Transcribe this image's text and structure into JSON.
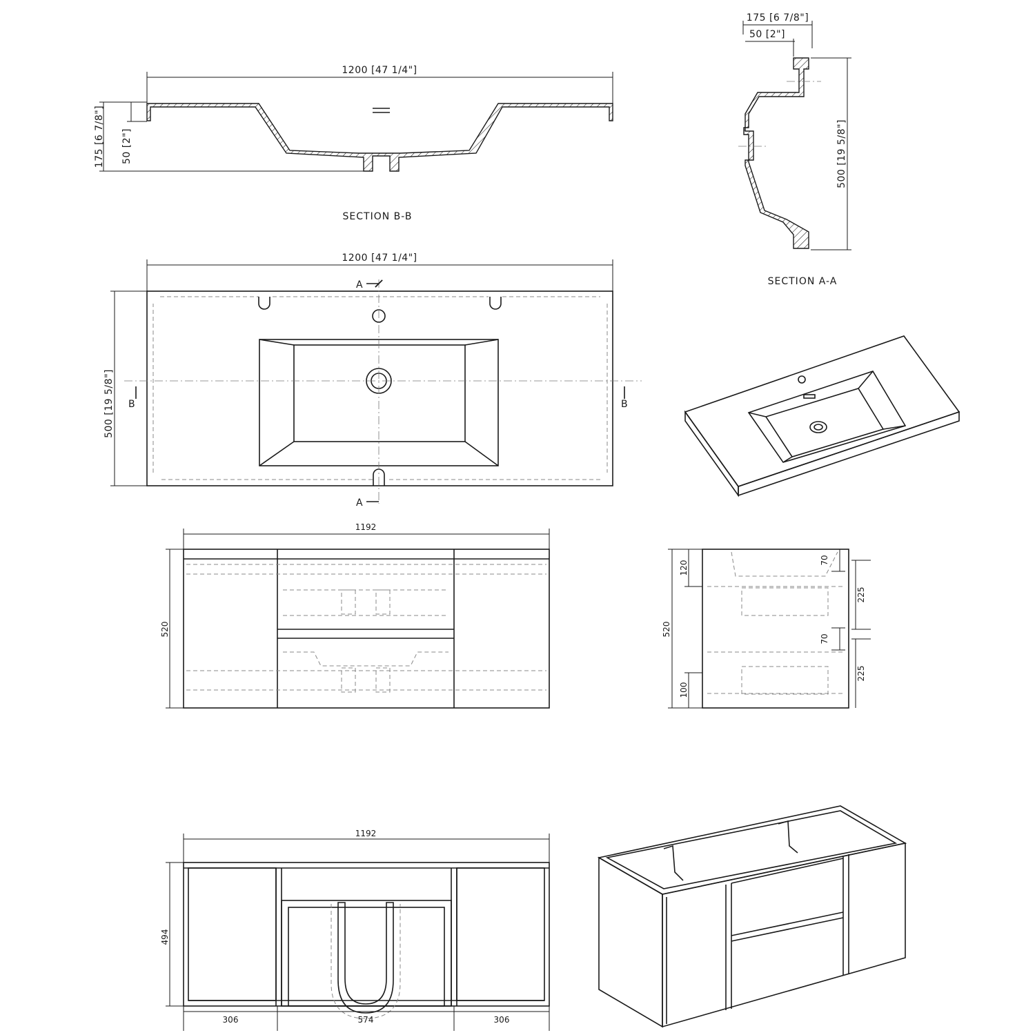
{
  "section_bb": {
    "title": "SECTION B-B",
    "width_dim": "1200 [47 1/4\"]",
    "height_dim": "175 [6 7/8\"]",
    "rim_dim": "50 [2\"]"
  },
  "section_aa": {
    "title": "SECTION A-A",
    "top_dim": "175 [6 7/8\"]",
    "rim_dim": "50 [2\"]",
    "depth_dim": "500 [19 5/8\"]"
  },
  "top_view": {
    "width_dim": "1200 [47 1/4\"]",
    "depth_dim": "500 [19 5/8\"]",
    "cut_a": "A",
    "cut_b": "B"
  },
  "front_view": {
    "width_dim": "1192",
    "height_dim": "520"
  },
  "side_view": {
    "height_dim": "520",
    "dim_120": "120",
    "dim_100": "100",
    "dim_70_top": "70",
    "dim_70_mid": "70",
    "dim_225_top": "225",
    "dim_225_bot": "225"
  },
  "rear_view": {
    "width_dim": "1192",
    "height_dim": "494",
    "left_dim": "306",
    "center_dim": "574",
    "right_dim": "306"
  }
}
